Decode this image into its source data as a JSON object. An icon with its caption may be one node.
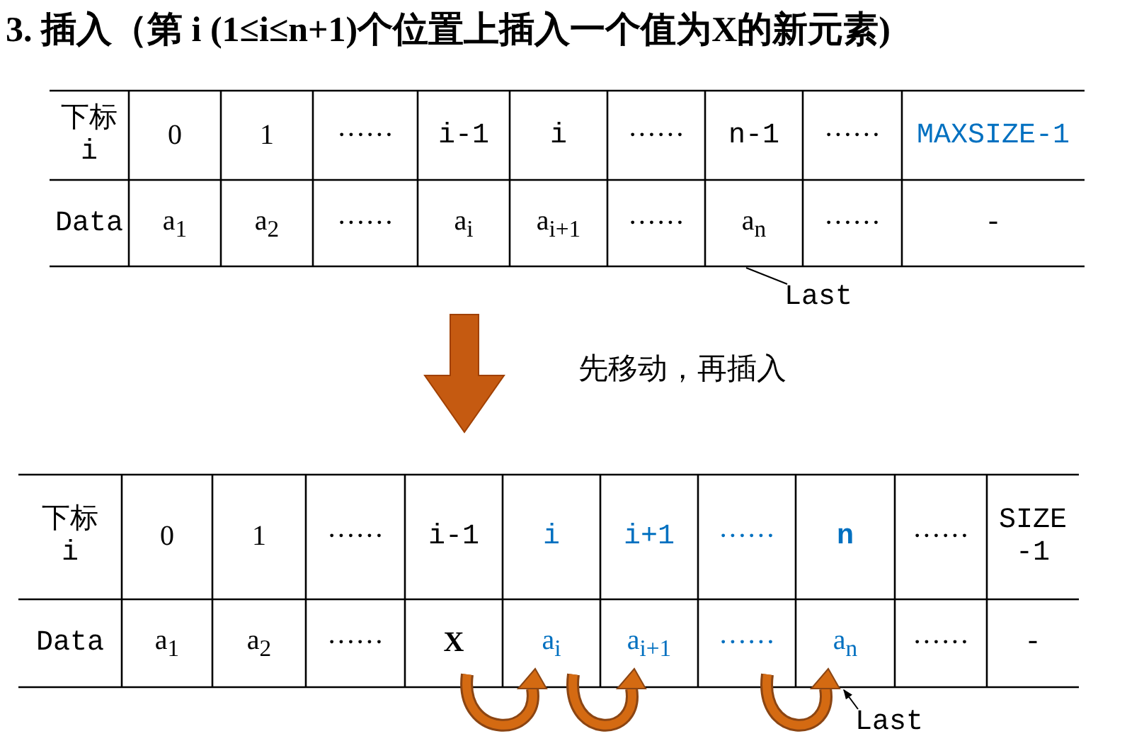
{
  "diagram": {
    "title": "3. 插入（第 i (1≤i≤n+1)个位置上插入一个值为X的新元素)",
    "nodes": [
      {
        "text": [
          "Last"
        ]
      },
      {
        "text": [
          "Last"
        ]
      }
    ],
    "edges": [
      {
        "from": 0,
        "to": null,
        "arrow": "none"
      },
      {
        "from": 1,
        "to": null,
        "arrow": "to"
      }
    ],
    "labels": [
      "下标 i",
      "0",
      "1",
      "······",
      "i-1",
      "i",
      "······",
      "n-1",
      "······",
      "MAXSIZE-1",
      "Data",
      "a$_{1}$",
      "a$_{2}$",
      "······",
      "a$_{i}$",
      "a$_{i+1}$",
      "······",
      "a$_{n}$",
      "······",
      "-",
      "先移动，再插入",
      "下标 i",
      "0",
      "1",
      "······",
      "i-1",
      "i",
      "i+1",
      "······",
      "n",
      "······",
      "SIZE -1",
      "Data",
      "a$_{1}$",
      "a$_{2}$",
      "······",
      "**X**",
      "a$_{i}$",
      "a$_{i+1}$",
      "······",
      "a$_{n}$",
      "······",
      "-"
    ]
  }
}
